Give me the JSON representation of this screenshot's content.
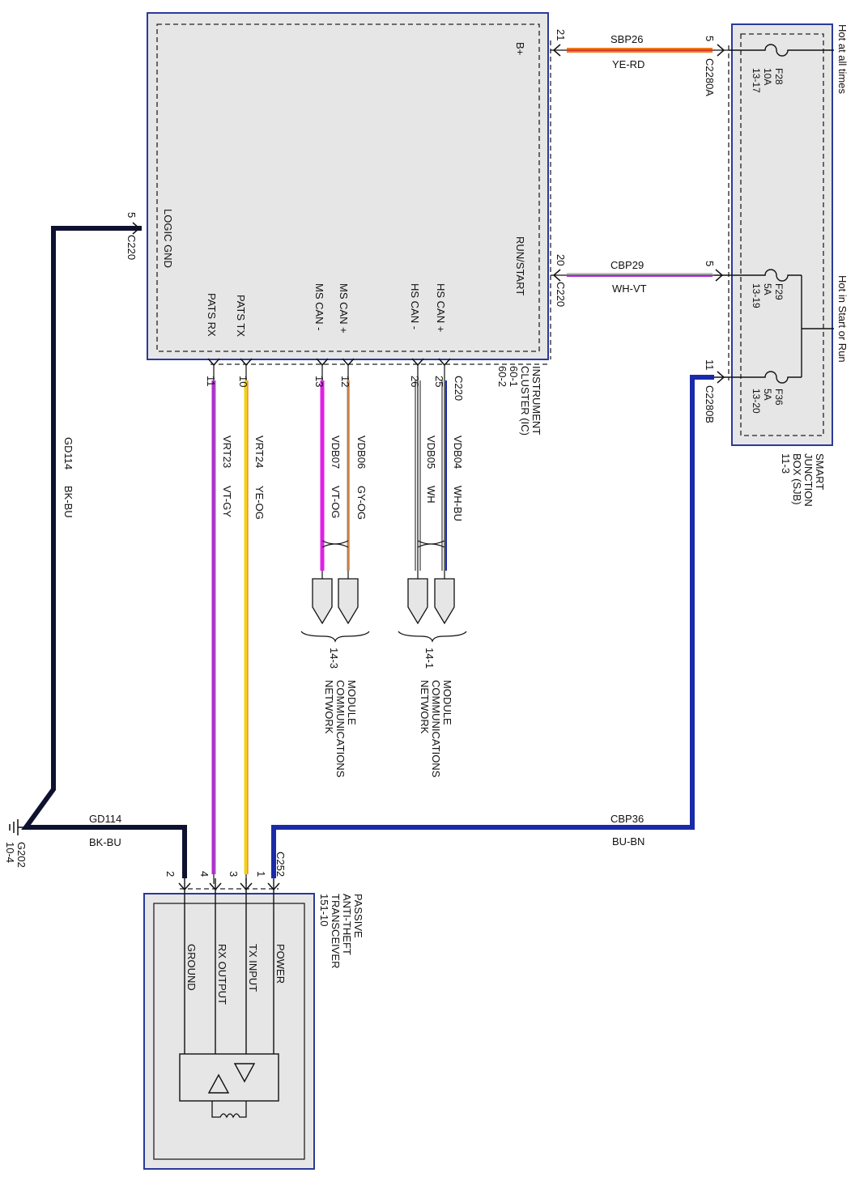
{
  "instrument_cluster": {
    "name_line1": "INSTRUMENT",
    "name_line2": "CLUSTER (IC)",
    "page_ref1": "60-1",
    "page_ref2": "60-2",
    "pins": {
      "b_plus": "B+",
      "run_start": "RUN/START",
      "logic_gnd": "LOGIC GND",
      "pats_rx": "PATS RX",
      "pats_tx": "PATS TX",
      "ms_can_minus": "MS CAN -",
      "ms_can_plus": "MS CAN +",
      "hs_can_minus": "HS CAN -",
      "hs_can_plus": "HS CAN +"
    },
    "pin_numbers": {
      "b_plus": "21",
      "run_start": "20",
      "logic_gnd": "5",
      "pats_rx": "11",
      "pats_tx": "10",
      "ms_can_minus": "13",
      "ms_can_plus": "12",
      "hs_can_minus": "26",
      "hs_can_plus": "25"
    },
    "connector": "C220"
  },
  "sjb": {
    "name_line1": "SMART",
    "name_line2": "JUNCTION",
    "name_line3": "BOX (SJB)",
    "page_ref": "11-3",
    "hot_at_all_times": "Hot at all times",
    "hot_in_start_or_run": "Hot in Start or Run",
    "fuses": [
      {
        "id": "F28",
        "amps": "10A",
        "ref": "13-17"
      },
      {
        "id": "F29",
        "amps": "5A",
        "ref": "13-19"
      },
      {
        "id": "F36",
        "amps": "5A",
        "ref": "13-20"
      }
    ],
    "connector_a": "C2280A",
    "connector_b": "C2280B",
    "pin_a1": "5",
    "pin_a2": "5",
    "pin_b": "11"
  },
  "wires": {
    "sbp26": {
      "circuit": "SBP26",
      "color": "YE-RD"
    },
    "cbp29": {
      "circuit": "CBP29",
      "color": "WH-VT"
    },
    "cbp36": {
      "circuit": "CBP36",
      "color": "BU-BN"
    },
    "gd114_upper": {
      "circuit": "GD114",
      "color": "BK-BU"
    },
    "gd114_lower": {
      "circuit": "GD114",
      "color": "BK-BU"
    },
    "vrt23": {
      "circuit": "VRT23",
      "color": "VT-GY"
    },
    "vrt24": {
      "circuit": "VRT24",
      "color": "YE-OG"
    },
    "vdb07": {
      "circuit": "VDB07",
      "color": "VT-OG"
    },
    "vdb06": {
      "circuit": "VDB06",
      "color": "GY-OG"
    },
    "vdb05": {
      "circuit": "VDB05",
      "color": "WH"
    },
    "vdb04": {
      "circuit": "VDB04",
      "color": "WH-BU"
    }
  },
  "networks": {
    "ms_network": {
      "ref": "14-3",
      "line1": "MODULE",
      "line2": "COMMUNICATIONS",
      "line3": "NETWORK"
    },
    "hs_network": {
      "ref": "14-1",
      "line1": "MODULE",
      "line2": "COMMUNICATIONS",
      "line3": "NETWORK"
    }
  },
  "ground": {
    "id": "G202",
    "ref": "10-4"
  },
  "pats": {
    "name_line1": "PASSIVE",
    "name_line2": "ANTI-THEFT",
    "name_line3": "TRANSCEIVER",
    "page_ref": "151-10",
    "connector": "C252",
    "pins": {
      "power": "POWER",
      "tx_input": "TX INPUT",
      "rx_output": "RX OUTPUT",
      "ground": "GROUND"
    },
    "pin_numbers": {
      "power": "1",
      "tx_input": "3",
      "rx_output": "4",
      "ground": "2"
    }
  },
  "colors": {
    "module_border": "#2a3a9a",
    "module_fill": "#e6e6e6",
    "power_wire": "#1a2aa8",
    "ground_wire": "#0e1230",
    "violet": "#b42ad8",
    "gray": "#8a8a8a",
    "yellow": "#f2d21a",
    "orange": "#f07a1a",
    "red": "#d83a2a",
    "magenta": "#e020e8"
  }
}
